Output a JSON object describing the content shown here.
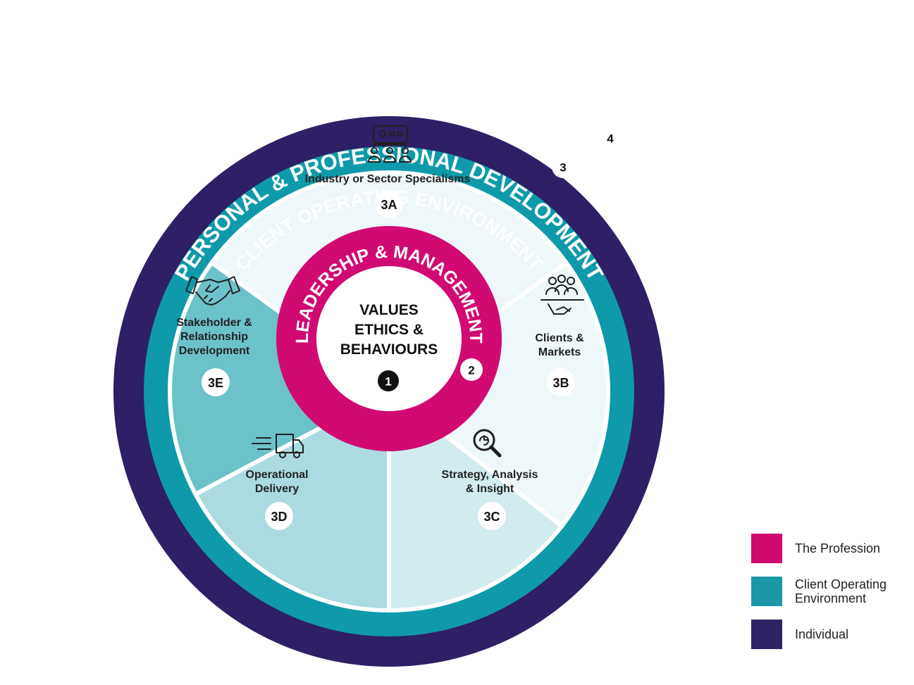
{
  "rings": {
    "outer": {
      "label": "PERSONAL & PROFESSIONAL DEVELOPMENT",
      "number": "4",
      "color": "#2e1f66"
    },
    "middle": {
      "label": "CLIENT OPERATING ENVIRONMENT",
      "number": "3",
      "color": "#0e9aaa"
    },
    "inner": {
      "label": "LEADERSHIP & MANAGEMENT",
      "number": "2",
      "color": "#d10a72"
    },
    "core": {
      "lines": [
        "VALUES",
        "ETHICS &",
        "BEHAVIOURS"
      ],
      "number": "1",
      "color": "#ffffff"
    }
  },
  "segments": [
    {
      "code": "3A",
      "lines": [
        "Industry or Sector Specialisms"
      ],
      "icon": "team-settings-icon",
      "color": "#eef7f9"
    },
    {
      "code": "3B",
      "lines": [
        "Clients &",
        "Markets"
      ],
      "icon": "clients-handshake-icon",
      "color": "#eef7f9"
    },
    {
      "code": "3C",
      "lines": [
        "Strategy, Analysis",
        "& Insight"
      ],
      "icon": "magnifier-chart-icon",
      "color": "#d2ebee"
    },
    {
      "code": "3D",
      "lines": [
        "Operational",
        "Delivery"
      ],
      "icon": "delivery-truck-icon",
      "color": "#a9dbe0"
    },
    {
      "code": "3E",
      "lines": [
        "Stakeholder &",
        "Relationship",
        "Development"
      ],
      "icon": "handshake-icon",
      "color": "#6cc2c9"
    }
  ],
  "legend": [
    {
      "label": "The Profession",
      "color": "#d10a72"
    },
    {
      "label": "Client Operating Environment",
      "color": "#1b97a8"
    },
    {
      "label": "Individual",
      "color": "#2d2365"
    }
  ]
}
